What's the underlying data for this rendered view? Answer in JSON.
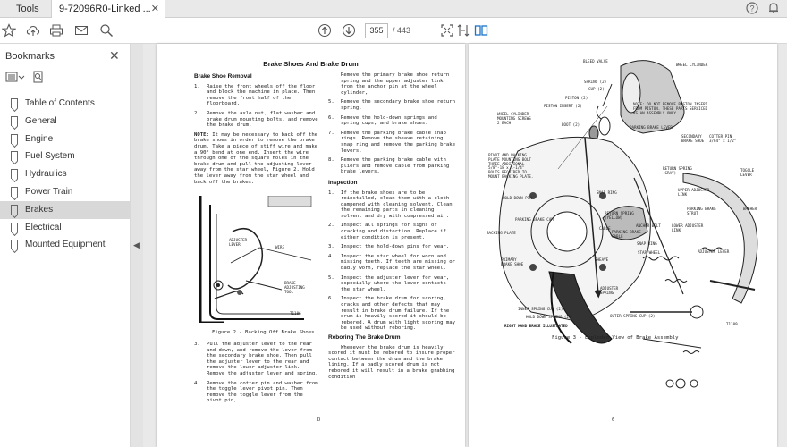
{
  "tabs": {
    "tools": "Tools",
    "document": "9-72096R0-Linked ..."
  },
  "toolbar": {
    "current_page": "355",
    "total_pages": "/ 443"
  },
  "bookmarks": {
    "title": "Bookmarks",
    "items": [
      "Table of Contents",
      "General",
      "Engine",
      "Fuel System",
      "Hydraulics",
      "Power Train",
      "Brakes",
      "Electrical",
      "Mounted Equipment"
    ],
    "active": "Brakes"
  },
  "page_left": {
    "title": "Brake Shoes And Brake Drum",
    "removal_heading": "Brake Shoe Removal",
    "col1_items": [
      {
        "n": "1.",
        "t": "Raise the front wheels off the floor and block the machine in place. Then remove the front half of the floorboard."
      },
      {
        "n": "2.",
        "t": "Remove the axle nut, flat washer and brake drum mounting bolts, and remove the brake drum."
      }
    ],
    "note_label": "NOTE:",
    "note_text": "It may be necessary to back off the brake shoes in order to remove the brake drum. Take a piece of stiff wire and make a 90° bend at one end. Insert the wire through one of the square holes in the brake drum and pull the adjusting lever away from the star wheel, Figure 2. Hold the lever away from the star wheel and back off the brakes.",
    "fig2_caption": "Figure 2 - Backing Off Brake Shoes",
    "fig2_labels": {
      "adjuster": "ADJUSTER\nLEVER",
      "wire": "WIRE",
      "tool": "BRAKE\nADJUSTING\nTOOL",
      "code": "T1106"
    },
    "col1_items_b": [
      {
        "n": "3.",
        "t": "Pull the adjuster lever to the rear and down, and remove the lever from the secondary brake shoe. Then pull the adjuster lever to the rear and remove the lower adjuster link. Remove the adjuster lever and spring."
      },
      {
        "n": "4.",
        "t": "Remove the cotter pin and washer from the toggle lever pivot pin. Then remove the toggle lever from the pivot pin,"
      }
    ],
    "col2_intro": "Remove the primary brake shoe return spring and the upper adjuster link from the anchor pin at the wheel cylinder,",
    "col2_items": [
      {
        "n": "5.",
        "t": "Remove the secondary brake shoe return spring."
      },
      {
        "n": "6.",
        "t": "Remove the hold-down springs and spring cups, and brake shoes."
      },
      {
        "n": "7.",
        "t": "Remove the parking brake cable snap rings. Remove the sheave retaining snap ring and remove the parking brake levers."
      },
      {
        "n": "8.",
        "t": "Remove the parking brake cable with pliers and remove cable from parking brake levers."
      }
    ],
    "inspection_heading": "Inspection",
    "inspection_items": [
      {
        "n": "1.",
        "t": "If the brake shoes are to be reinstalled, clean them with a cloth dampened with cleaning solvent. Clean the remaining parts in cleaning solvent and dry with compressed air."
      },
      {
        "n": "2.",
        "t": "Inspect all springs for signs of cracking and distortion. Replace if either condition is present."
      },
      {
        "n": "3.",
        "t": "Inspect the hold-down pins for wear."
      },
      {
        "n": "4.",
        "t": "Inspect the star wheel for worn and missing teeth. If teeth are missing or badly worn, replace the star wheel."
      },
      {
        "n": "5.",
        "t": "Inspect the adjuster lever for wear, especially where the lever contacts the star wheel."
      },
      {
        "n": "6.",
        "t": "Inspect the brake drum for scoring, cracks and other defects that may result in brake drum failure. If the drum is heavily scored it should be rebored. A drum with light scoring may be used without reboring."
      }
    ],
    "rebore_heading": "Reboring The Brake Drum",
    "rebore_text": "Whenever the brake drum is heavily scored it must be rebored to insure proper contact between the drum and the brake lining. If a badly scored drum is not rebored it will result in a brake grabbing condition",
    "folio": "D"
  },
  "page_right": {
    "labels": {
      "bleed_valve": "BLEED VALVE",
      "wheel_cylinder": "WHEEL CYLINDER",
      "spring": "SPRING (2)",
      "cup": "CUP (2)",
      "piston": "PISTON (2)",
      "piston_insert": "PISTON INSERT (2)",
      "note": "NOTE: DO NOT REMOVE PISTON INSERT\nFROM PISTON. THESE PARTS SERVICED\nAS AN ASSEMBLY ONLY.",
      "mounting_screws": "WHEEL CYLINDER\nMOUNTING SCREWS\n2 EACH",
      "boot": "BOOT (2)",
      "parking_lever": "PARKING BRAKE LEVER",
      "secondary_shoe": "SECONDARY\nBRAKE SHOE",
      "cotter": "COTTER PIN\n3/64\" x 1/2\"",
      "pivot_bolt": "PIVOT AND BACKING\nPLATE MOUNTING BOLT\nTHREE ADDITIONAL\n5/8\"-18 x 1-1/4\"\nBOLTS REQUIRED TO\nMOUNT BACKING PLATE.",
      "return_spring_gray": "RETURN SPRING\n(GRAY)",
      "toggle": "TOGGLE\nLEVER",
      "hold_down_pin": "HOLD DOWN PIN",
      "snap_ring": "SNAP RING",
      "upper_link": "UPPER ADJUSTER\nLINK",
      "washer": "WASHER",
      "parking_cam": "PARKING BRAKE CAM",
      "return_spring_yellow": "RETURN SPRING\n(YELLOW)",
      "anchor_bolt": "ANCHOR BOLT",
      "parking_strut": "PARKING BRAKE\nSTRUT",
      "lower_link": "LOWER ADJUSTER\nLINK",
      "backing_plate": "BACKING PLATE",
      "cable": "CABLE",
      "parking_cable": "PARKING BRAKE\nCABLE",
      "snap_ring2": "SNAP RING",
      "adjuster_lever": "ADJUSTER LEVER",
      "primary_shoe": "PRIMARY\nBRAKE SHOE",
      "sheave": "SHEAVE",
      "star_wheel": "STAR WHEEL",
      "adjuster_spring": "ADJUSTER\nSPRING",
      "inner_cup": "INNER SPRING CUP (2)",
      "hold_down_spring": "HOLD DOWN SPRING (2)",
      "outer_cup": "OUTER SPRING CUP (2)",
      "rh_brake": "RIGHT HAND BRAKE ILLUSTRATED",
      "code": "T1109"
    },
    "fig3_caption": "Figure 3 - Exploded View of Brake Assembly",
    "folio": "6"
  }
}
